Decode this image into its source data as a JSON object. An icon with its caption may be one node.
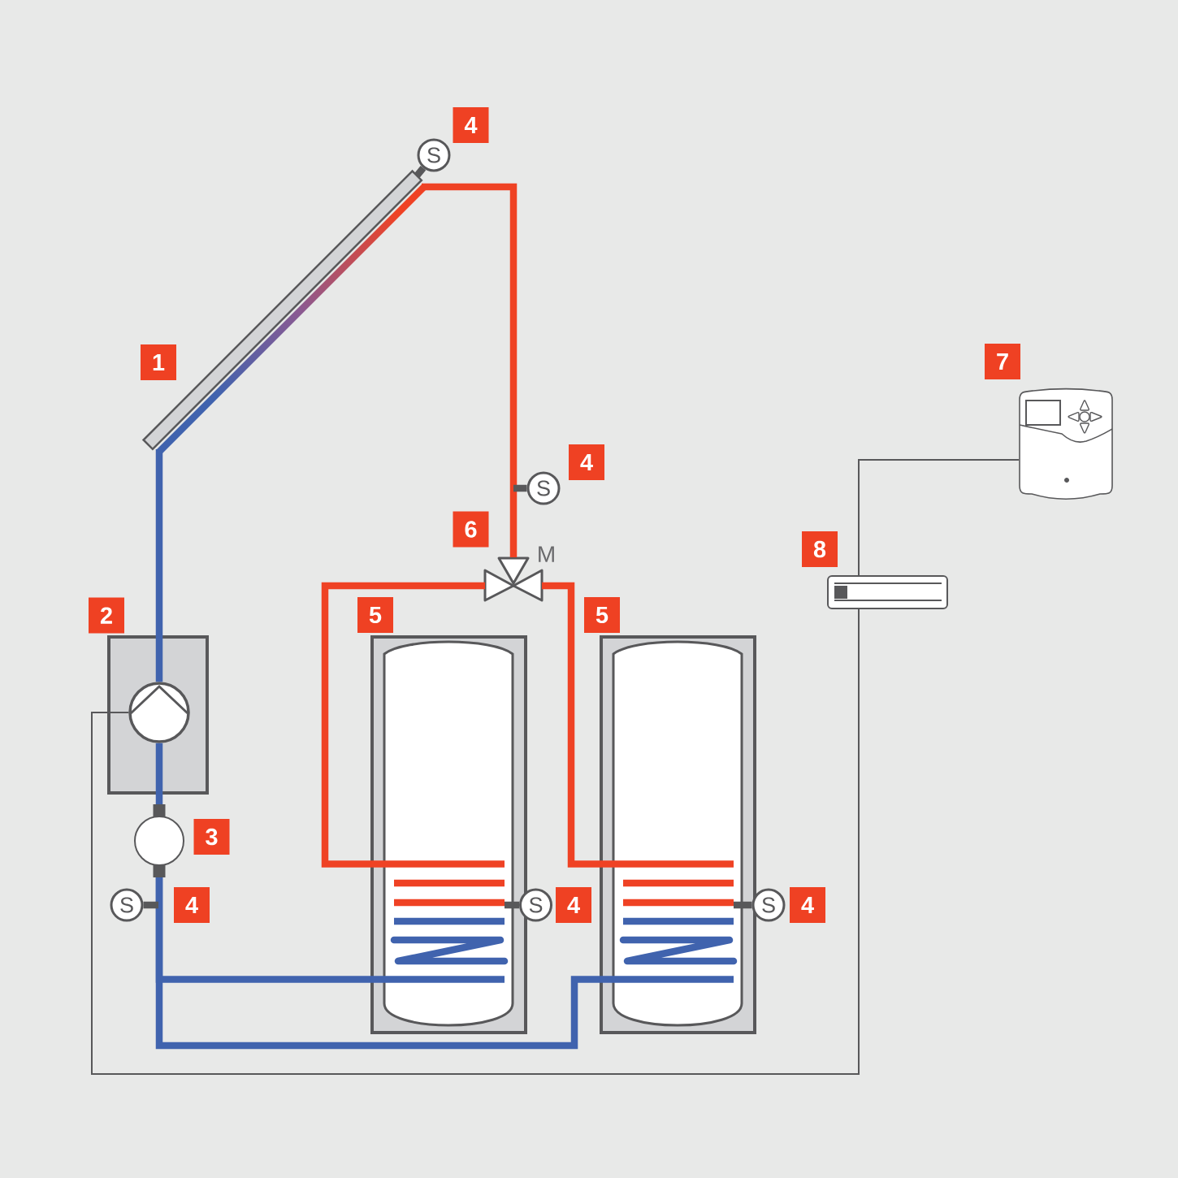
{
  "diagram": {
    "nodes": [
      {
        "text": [
          "S"
        ]
      },
      {
        "text": [],
        "shape": "box"
      },
      {
        "text": [],
        "shape": "picture"
      },
      {
        "text": [
          "S"
        ]
      },
      {
        "text": [],
        "shape": "valve",
        "beside": [
          "M"
        ]
      },
      {
        "text": [],
        "shape": "box"
      },
      {
        "text": [],
        "shape": "box"
      },
      {
        "text": [],
        "shape": "circle",
        "in": 6
      },
      {
        "text": [],
        "shape": "cylinder"
      },
      {
        "text": [],
        "shape": "cylinder"
      },
      {
        "text": [],
        "shape": "circle"
      },
      {
        "text": [
          "S"
        ]
      },
      {
        "text": [
          "S"
        ]
      },
      {
        "text": [
          "S"
        ]
      }
    ],
    "edges": [
      {
        "from": 0,
        "to": 1,
        "arrow": "none"
      },
      {
        "from": 1,
        "to": 4,
        "arrow": "none",
        "color": "#ef4224"
      },
      {
        "from": 4,
        "to": 8,
        "arrow": "none",
        "color": "#ef4224"
      },
      {
        "from": 4,
        "to": 9,
        "arrow": "none",
        "color": "#ef4224"
      },
      {
        "from": 3,
        "to": null,
        "arrow": "none"
      },
      {
        "from": 8,
        "to": 10,
        "arrow": "none",
        "color": "#4063ae"
      },
      {
        "from": 9,
        "to": 10,
        "arrow": "none",
        "color": "#4063ae"
      },
      {
        "from": 10,
        "to": 7,
        "arrow": "none",
        "color": "#4063ae"
      },
      {
        "from": 7,
        "to": 1,
        "arrow": "none",
        "color": "#4063ae"
      },
      {
        "from": 11,
        "to": null,
        "arrow": "none"
      },
      {
        "from": 12,
        "to": 8,
        "arrow": "none"
      },
      {
        "from": 13,
        "to": 9,
        "arrow": "none"
      },
      {
        "from": 2,
        "to": 5,
        "arrow": "none"
      },
      {
        "from": 5,
        "to": 7,
        "arrow": "none"
      }
    ],
    "labels": [
      "4",
      "1",
      "7",
      "4",
      "6",
      "8",
      "2",
      "5",
      "5",
      "3",
      "4",
      "4",
      "4"
    ]
  }
}
